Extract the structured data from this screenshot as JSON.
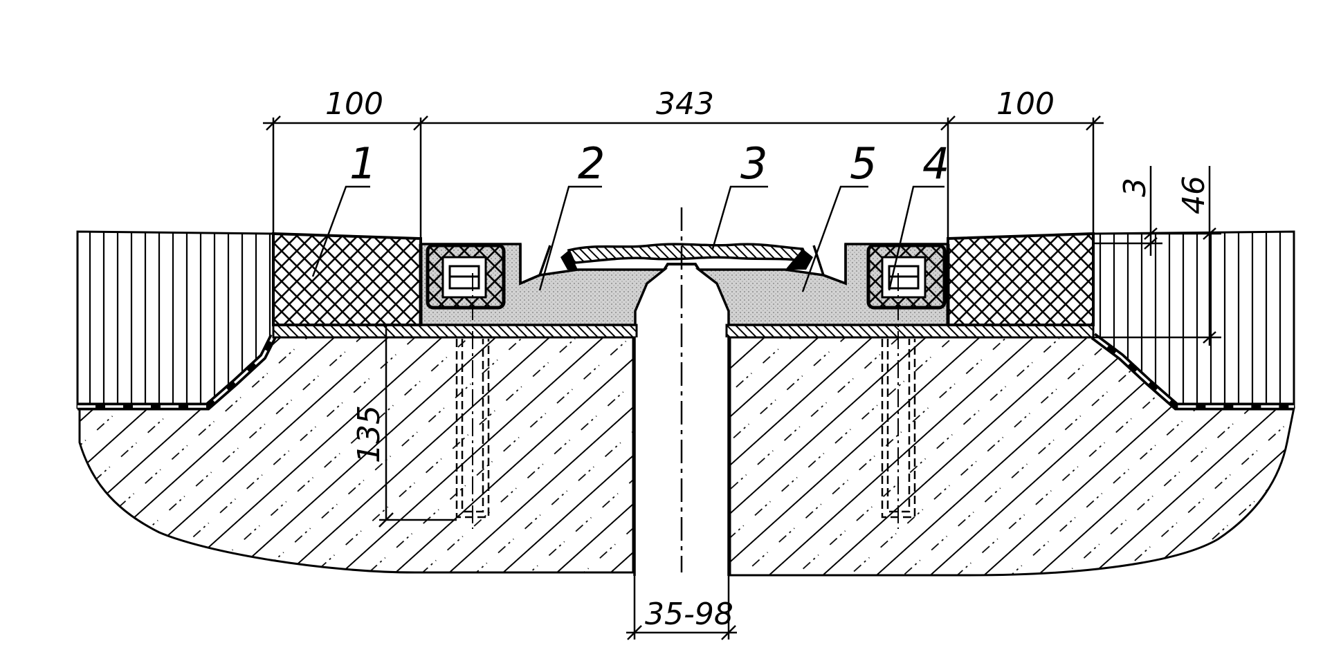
{
  "drawing": {
    "dimensions": {
      "left_width": "100",
      "center_width": "343",
      "right_width": "100",
      "gap_thickness": "3",
      "layer_height": "46",
      "anchor_depth": "135",
      "joint_gap": "35-98"
    },
    "callouts": [
      "1",
      "2",
      "3",
      "5",
      "4"
    ],
    "colors": {
      "ink": "#000000",
      "paper": "#ffffff",
      "grout_fill": "#d2d2d2"
    }
  }
}
